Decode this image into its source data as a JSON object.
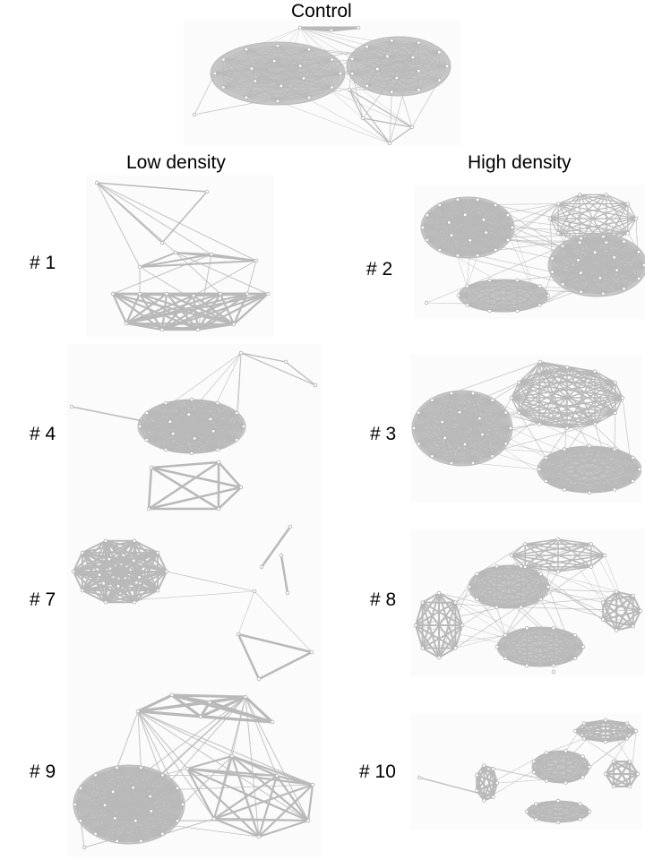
{
  "figure": {
    "title": "Control",
    "column_left": "Low density",
    "column_right": "High density"
  },
  "panels": [
    {
      "id": "control",
      "label": ""
    },
    {
      "id": "p1",
      "label": "# 1"
    },
    {
      "id": "p2",
      "label": "# 2"
    },
    {
      "id": "p4",
      "label": "# 4"
    },
    {
      "id": "p3",
      "label": "# 3"
    },
    {
      "id": "p7",
      "label": "# 7"
    },
    {
      "id": "p8",
      "label": "# 8"
    },
    {
      "id": "p9",
      "label": "# 9"
    },
    {
      "id": "p10",
      "label": "# 10"
    }
  ],
  "colors": {
    "edge": "#b9b9b9",
    "node_fill": "#ffffff",
    "module_fill": "#c6c6c6",
    "label": "#000000"
  }
}
